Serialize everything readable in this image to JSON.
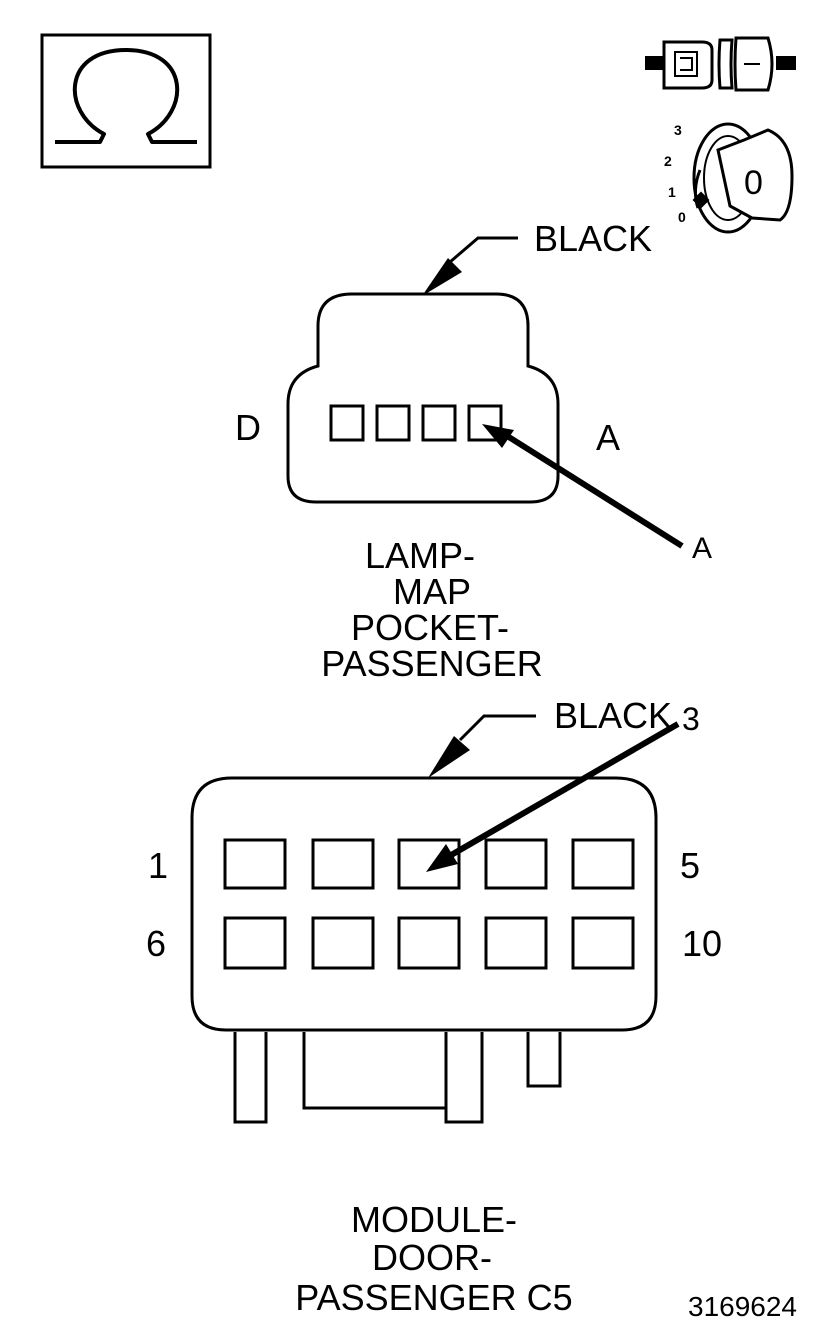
{
  "ohm_symbol": "Ω",
  "ignition_key": {
    "positions": [
      "3",
      "2",
      "1",
      "0"
    ],
    "key_label": "0"
  },
  "connector_top": {
    "color_label": "BLACK",
    "left_pin_label": "D",
    "right_pin_label": "A",
    "pointer_label": "A",
    "name_lines": [
      "LAMP-",
      "MAP",
      "POCKET-",
      "PASSENGER"
    ]
  },
  "connector_bottom": {
    "color_label": "BLACK",
    "pointer_label": "3",
    "row1_left": "1",
    "row1_right": "5",
    "row2_left": "6",
    "row2_right": "10",
    "name_lines": [
      "MODULE-",
      "DOOR-",
      "PASSENGER C5"
    ]
  },
  "figure_id": "3169624"
}
